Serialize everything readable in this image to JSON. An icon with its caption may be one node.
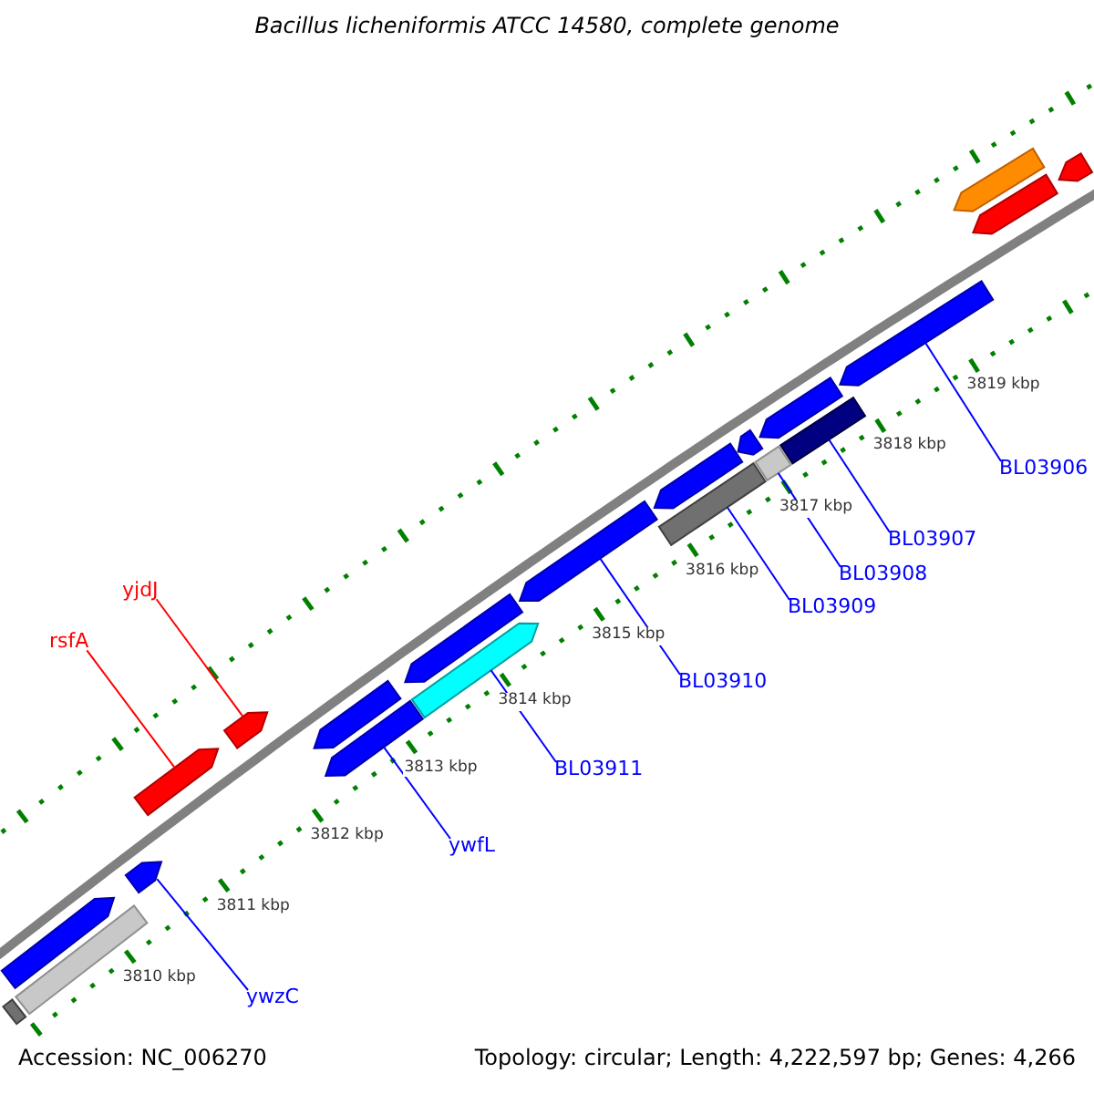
{
  "diagram": {
    "title": "Bacillus licheniformis ATCC 14580, complete genome",
    "nodes": [
      {
        "text": [
          "yjdJ"
        ]
      },
      {
        "text": [
          "rsfA"
        ]
      },
      {
        "text": [
          "BL03906"
        ]
      },
      {
        "text": [
          "BL03907"
        ]
      },
      {
        "text": [
          "BL03908"
        ]
      },
      {
        "text": [
          "BL03909"
        ]
      },
      {
        "text": [
          "BL03910"
        ]
      },
      {
        "text": [
          "BL03911"
        ]
      },
      {
        "text": [
          "ywfL"
        ]
      },
      {
        "text": [
          "ywzC"
        ]
      },
      {
        "text": [],
        "shape": "bar"
      },
      {
        "text": [],
        "shape": "bar"
      },
      {
        "text": [],
        "shape": "bar"
      },
      {
        "text": [],
        "shape": "bar"
      },
      {
        "text": [],
        "shape": "bar"
      },
      {
        "text": [],
        "shape": "bar"
      },
      {
        "text": [],
        "shape": "bar"
      },
      {
        "text": [],
        "shape": "bar"
      },
      {
        "text": [],
        "shape": "bar"
      },
      {
        "text": [],
        "shape": "bar"
      },
      {
        "text": [],
        "shape": "bar"
      },
      {
        "text": [],
        "shape": "bar"
      },
      {
        "text": [],
        "shape": "bar"
      },
      {
        "text": [],
        "shape": "bar"
      },
      {
        "text": [],
        "shape": "bar"
      },
      {
        "text": [],
        "shape": "bar"
      },
      {
        "text": [],
        "shape": "bar"
      },
      {
        "text": [],
        "shape": "bar"
      },
      {
        "text": [],
        "shape": "bar"
      },
      {
        "text": [],
        "shape": "bar"
      },
      {
        "text": [],
        "shape": "bar"
      }
    ],
    "edges": [
      {
        "from": 0,
        "to": 12,
        "arrow": "none",
        "color": "#ff0000"
      },
      {
        "from": 1,
        "to": 11,
        "arrow": "none",
        "color": "#ff0000"
      },
      {
        "from": 2,
        "to": 19,
        "arrow": "none"
      },
      {
        "from": 3,
        "to": 18,
        "arrow": "none"
      },
      {
        "from": 4,
        "to": 17,
        "arrow": "none"
      },
      {
        "from": 5,
        "to": 16,
        "arrow": "none"
      },
      {
        "from": 6,
        "to": 15,
        "arrow": "none"
      },
      {
        "from": 7,
        "to": 14,
        "arrow": "none"
      },
      {
        "from": 8,
        "to": 13,
        "arrow": "none"
      },
      {
        "from": 9,
        "to": 10,
        "arrow": "none"
      }
    ],
    "labels": [
      "3810 kbp",
      "3811 kbp",
      "3812 kbp",
      "3813 kbp",
      "3814 kbp",
      "3815 kbp",
      "3816 kbp",
      "3817 kbp",
      "3818 kbp",
      "3819 kbp",
      "Accession: NC_006270",
      "Topology: circular; Length: 4,222,597 bp; Genes: 4,266"
    ]
  }
}
